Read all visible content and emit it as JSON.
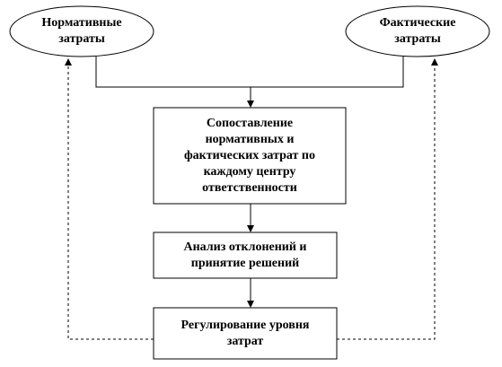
{
  "diagram": {
    "nodes": {
      "normative_costs": {
        "label": "Нормативные\nзатраты"
      },
      "actual_costs": {
        "label": "Фактические\nзатраты"
      },
      "comparison": {
        "label": "Сопоставление\nнормативных и\nфактических затрат по\nкаждому центру\nответственности"
      },
      "analysis": {
        "label": "Анализ отклонений и\nпринятие решений"
      },
      "regulation": {
        "label": "Регулирование уровня\nзатрат"
      }
    }
  }
}
